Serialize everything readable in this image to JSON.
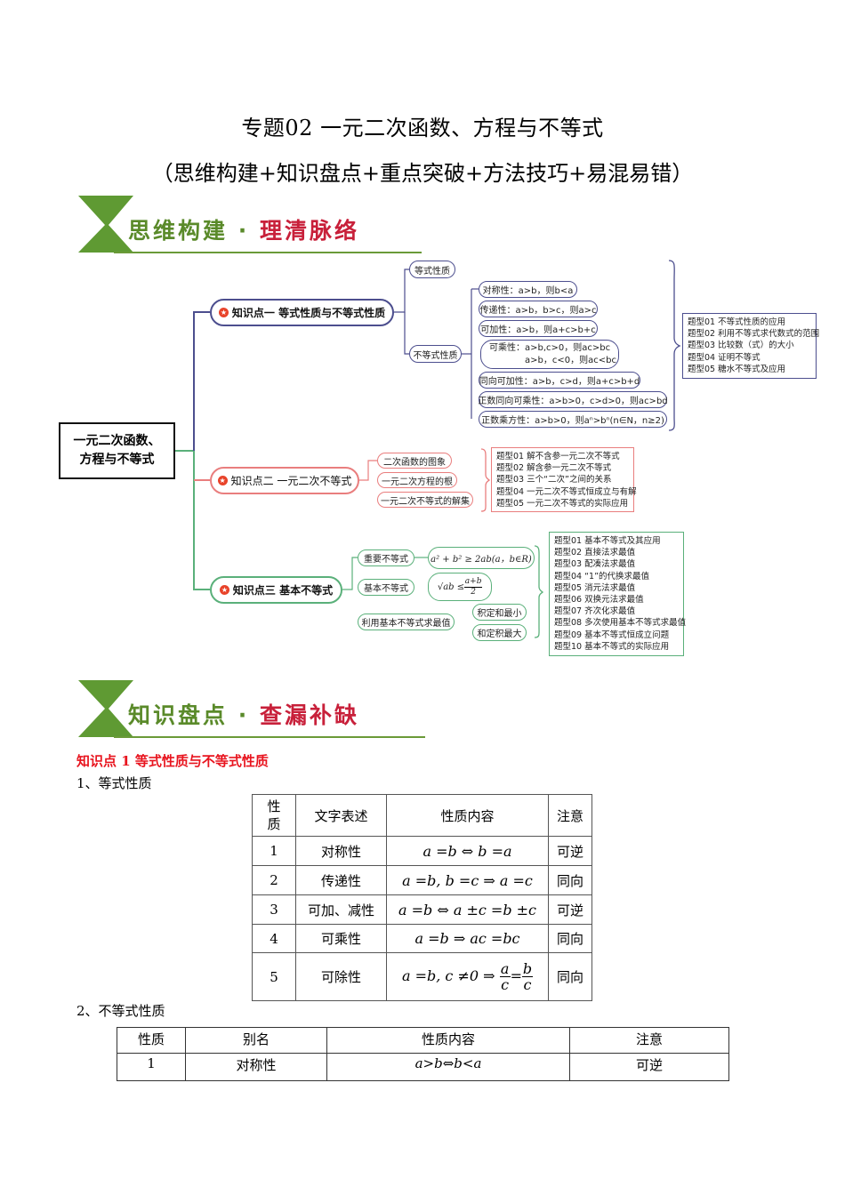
{
  "header": {
    "title": "专题02  一元二次函数、方程与不等式",
    "subtitle": "（思维构建+知识盘点+重点突破+方法技巧+易混易错）"
  },
  "banners": [
    {
      "green_text": "思维构建",
      "dot": "·",
      "red_text": "理清脉络"
    },
    {
      "green_text": "知识盘点",
      "dot": "·",
      "red_text": "查漏补缺"
    }
  ],
  "colors": {
    "banner_green": "#5a8a2a",
    "banner_red": "#c8203a",
    "branch1": "#4c4e8e",
    "branch2": "#e97e7e",
    "branch3": "#5ab07a",
    "kp_title_red": "#e8141e"
  },
  "mindmap": {
    "root": {
      "line1": "一元二次函数、",
      "line2": "方程与不等式"
    },
    "branch1": {
      "label": "知识点一 等式性质与不等式性质",
      "children": [
        {
          "label": "等式性质"
        },
        {
          "label": "不等式性质",
          "items": [
            "对称性：a>b，则b<a",
            "传递性：a>b，b>c，则a>c",
            "可加性：a>b，则a+c>b+c",
            "可乘性：a>b,c>0，则ac>bc",
            "a>b，c<0，则ac<bc",
            "同向可加性：a>b，c>d，则a+c>b+d",
            "正数同向可乘性：a>b>0，c>d>0，则ac>bd",
            "正数乘方性：a>b>0，则aⁿ>bⁿ(n∈N，n≥2)"
          ]
        }
      ],
      "types": [
        "题型01  不等式性质的应用",
        "题型02  利用不等式求代数式的范围",
        "题型03  比较数（式）的大小",
        "题型04  证明不等式",
        "题型05  糖水不等式及应用"
      ]
    },
    "branch2": {
      "label": "知识点二 一元二次不等式",
      "children": [
        "二次函数的图象",
        "一元二次方程的根",
        "一元二次不等式的解集"
      ],
      "types": [
        "题型01  解不含参一元二次不等式",
        "题型02  解含参一元二次不等式",
        "题型03  三个“二次”之间的关系",
        "题型04  一元二次不等式恒成立与有解",
        "题型05 一元二次不等式的实际应用"
      ]
    },
    "branch3": {
      "label": "知识点三 基本不等式",
      "children": [
        {
          "label": "重要不等式",
          "formula": "a² + b² ≥ 2ab(a，b∈R)"
        },
        {
          "label": "基本不等式",
          "formula_left": "√ab ≤",
          "formula_num": "a+b",
          "formula_den": "2"
        },
        {
          "label": "利用基本不等式求最值",
          "sub": [
            "积定和最小",
            "和定积最大"
          ]
        }
      ],
      "types": [
        "题型01  基本不等式及其应用",
        "题型02  直接法求最值",
        "题型03  配凑法求最值",
        "题型04   “1”的代换求最值",
        "题型05  消元法求最值",
        "题型06  双换元法求最值",
        "题型07  齐次化求最值",
        "题型08  多次使用基本不等式求最值",
        "题型09  基本不等式恒成立问题",
        "题型10  基本不等式的实际应用"
      ]
    }
  },
  "knowledge": {
    "point_title": "知识点 1  等式性质与不等式性质",
    "sec1_title": "1、等式性质",
    "table1": {
      "headers": [
        "性\n质",
        "文字表述",
        "性质内容",
        "注意"
      ],
      "header_line1": "性",
      "header_line2": "质",
      "rows": [
        {
          "no": "1",
          "name": "对称性",
          "content": "a =b ⇔  b =a",
          "note": "可逆"
        },
        {
          "no": "2",
          "name": "传递性",
          "content": "a =b, b =c ⇒  a =c",
          "note": "同向"
        },
        {
          "no": "3",
          "name": "可加、减性",
          "content": "a =b ⇔  a ±c =b ±c",
          "note": "可逆"
        },
        {
          "no": "4",
          "name": "可乘性",
          "content": "a =b ⇒  ac =bc",
          "note": "同向"
        },
        {
          "no": "5",
          "name": "可除性",
          "content_prefix": "a =b, c ≠0 ⇒",
          "frac1_num": "a",
          "frac1_den": "c",
          "eq": "=",
          "frac2_num": "b",
          "frac2_den": "c",
          "note": "同向"
        }
      ]
    },
    "sec2_title": "2、不等式性质",
    "table2": {
      "headers": [
        "性质",
        "别名",
        "性质内容",
        "注意"
      ],
      "rows": [
        {
          "no": "1",
          "name": "对称性",
          "content": "a>b⇔b<a",
          "note": "可逆"
        }
      ]
    }
  }
}
